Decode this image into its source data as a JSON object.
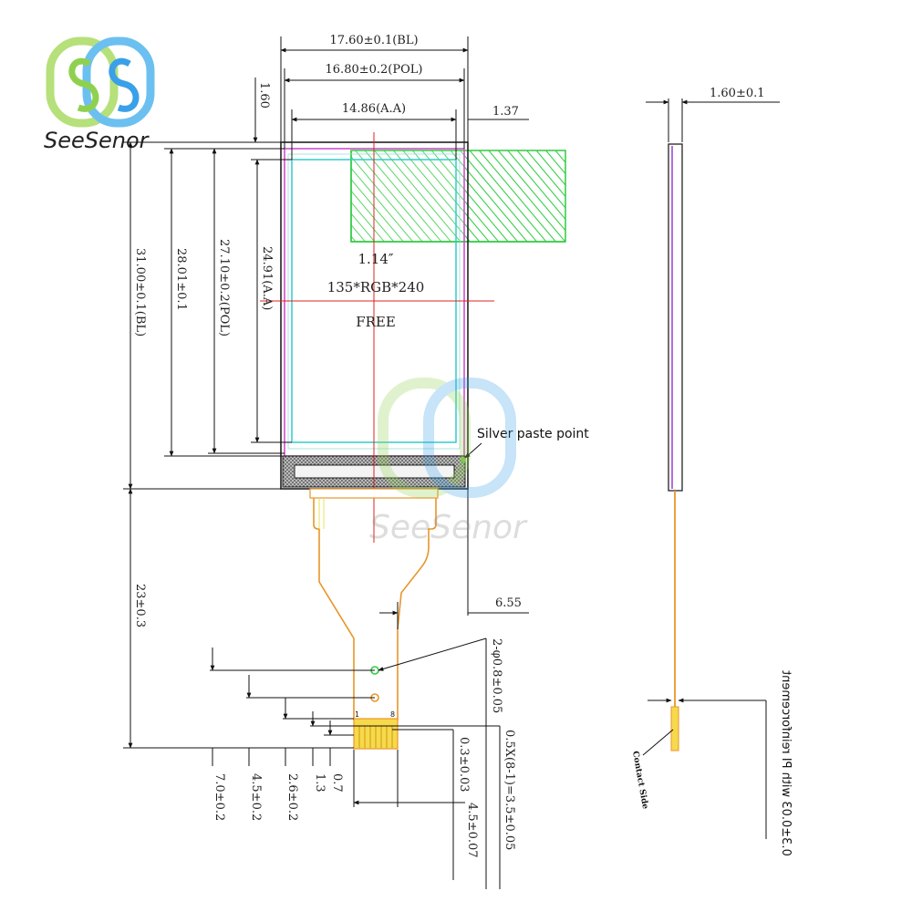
{
  "brand": {
    "name": "SeeSenor",
    "watermark_text": "SeeSenor"
  },
  "display": {
    "size": "1.14″",
    "resolution": "135*RGB*240",
    "mode": "FREE"
  },
  "dimensions": {
    "bl_width": "17.60±0.1(BL)",
    "pol_width": "16.80±0.2(POL)",
    "aa_width": "14.86(A.A)",
    "top_gap": "1.60",
    "right_gap": "1.37",
    "thickness": "1.60±0.1",
    "bl_height": "31.00±0.1(BL)",
    "h_28": "28.01±0.1",
    "pol_height": "27.10±0.2(POL)",
    "aa_height": "24.91(A.A)",
    "fpc_length": "23±0.3",
    "fpc_offset": "6.55",
    "holes": "2-φ0.8±0.05",
    "pitch": "0.5X(8-1)=3.5±0.05",
    "pin_width": "0.3±0.03",
    "fpc_width": "4.5±0.07",
    "b_70": "7.0±0.2",
    "b_45": "4.5±0.2",
    "b_26": "2.6±0.2",
    "b_13": "1.3",
    "b_07": "0.7",
    "pin_first": "1",
    "pin_last": "8",
    "fpc_thickness": "0.3±0.03 with PI reinforcement"
  },
  "labels": {
    "silver_paste": "Silver paste point",
    "contact_side": "Contact Side"
  },
  "colors": {
    "bl_outline": "#222222",
    "pol_outline": "#cc44cc",
    "aa_outline": "#33cccc",
    "hatch": "#2ecc40",
    "fpc": "#e8962a",
    "center_line": "#e02020",
    "logo_green": "#8fd14f",
    "logo_blue": "#3aa0e8"
  }
}
